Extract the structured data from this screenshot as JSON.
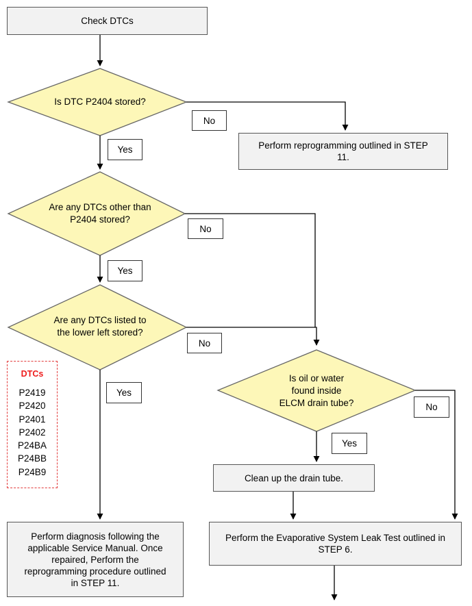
{
  "colors": {
    "decision_fill": "#fdf7b8",
    "process_fill": "#f2f2f2",
    "line": "#000000",
    "dtc_accent": "#ee1c1c"
  },
  "nodes": {
    "check_dtcs": "Check DTCs",
    "q_p2404": "Is DTC P2404 stored?",
    "q_other_dtcs": [
      "Are any DTCs other than",
      "P2404 stored?"
    ],
    "q_lower_left": [
      "Are any DTCs listed to",
      "the lower left stored?"
    ],
    "q_oil_water": [
      "Is oil or water",
      "found inside",
      "ELCM drain tube?"
    ],
    "reprogram_step11": [
      "Perform reprogramming outlined in STEP",
      "11."
    ],
    "clean_drain": "Clean up the drain tube.",
    "evap_leak_test": [
      "Perform the Evaporative System Leak Test outlined in",
      "STEP 6."
    ],
    "diagnosis": [
      "Perform diagnosis following the",
      "applicable Service Manual. Once",
      "repaired, Perform the",
      "reprogramming procedure outlined",
      "in STEP 11."
    ]
  },
  "labels": {
    "no_1": "No",
    "yes_1": "Yes",
    "no_2": "No",
    "yes_2": "Yes",
    "no_3": "No",
    "yes_3": "Yes",
    "no_4": "No",
    "yes_4": "Yes"
  },
  "dtc_box": {
    "title": "DTCs",
    "codes": [
      "P2419",
      "P2420",
      "P2401",
      "P2402",
      "P24BA",
      "P24BB",
      "P24B9"
    ]
  }
}
